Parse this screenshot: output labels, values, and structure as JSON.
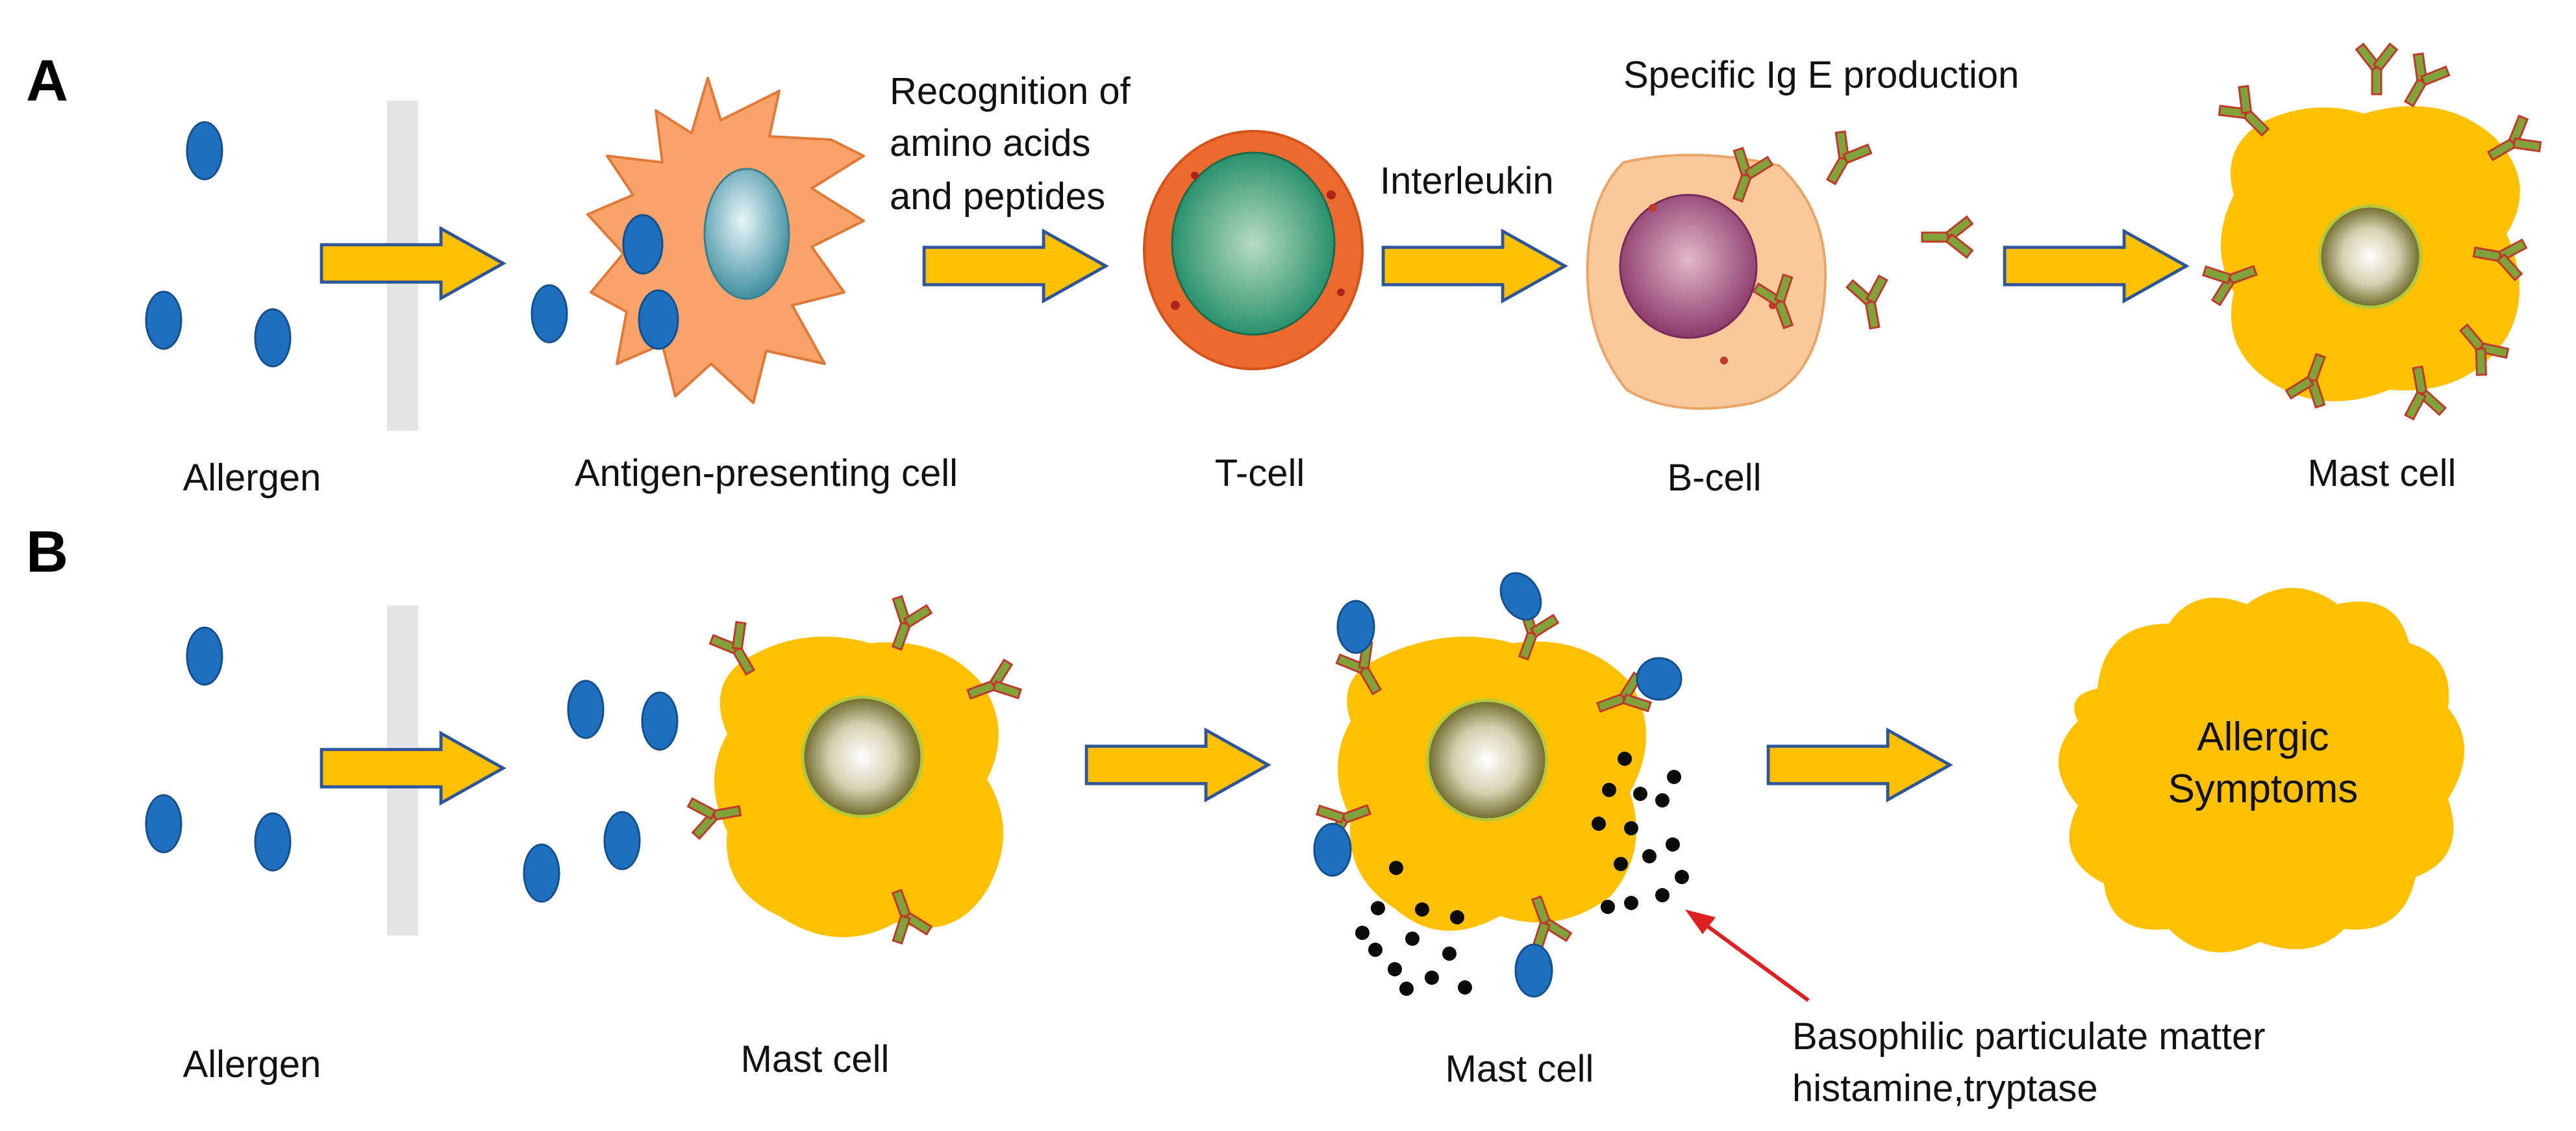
{
  "panels": {
    "a": "A",
    "b": "B"
  },
  "panel_a": {
    "allergen": "Allergen",
    "apc": "Antigen-presenting cell",
    "recognition": [
      "Recognition of",
      "amino acids",
      "and peptides"
    ],
    "t_cell": "T-cell",
    "interleukin": "Interleukin",
    "ige_production": "Specific Ig E production",
    "b_cell": "B-cell",
    "mast_cell": "Mast cell"
  },
  "panel_b": {
    "allergen": "Allergen",
    "mast_cell_1": "Mast cell",
    "mast_cell_2": "Mast cell",
    "mediators": [
      "Basophilic particulate matter",
      "histamine,tryptase"
    ],
    "symptoms": [
      "Allergic",
      "Symptoms"
    ]
  },
  "colors": {
    "allergen": "#1F6FC0",
    "arrow_fill": "#FFC000",
    "arrow_stroke": "#2E5597",
    "mast_cell": "#FFC000",
    "apc": "#F7A36A",
    "t_cell": "#EE6A2C",
    "b_cell": "#F9C89B",
    "antibody": "#7FA33A",
    "barrier": "#E4E4E4",
    "pointer": "#E02020"
  }
}
